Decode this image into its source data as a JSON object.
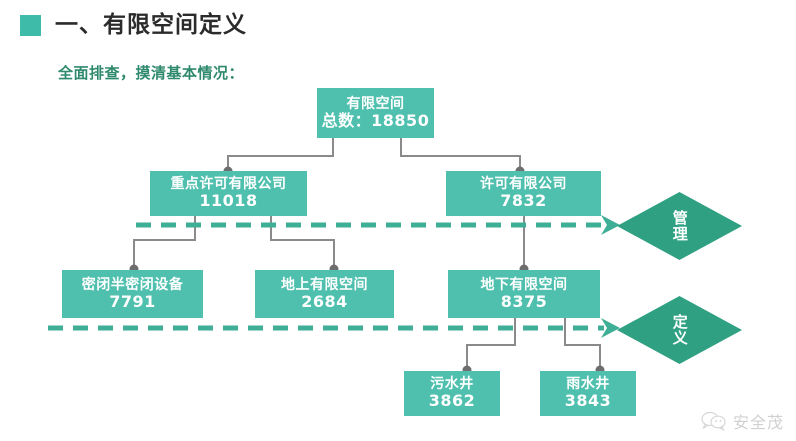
{
  "header": {
    "bullet_color": "#3FBBA9",
    "title": "一、有限空间定义",
    "subtitle": "全面排查，摸清基本情况："
  },
  "theme": {
    "box_color": "#4FBFAE",
    "diamond_color": "#2FA182",
    "dashed_color": "#3EAF96",
    "connector_color": "#8a8a8a",
    "title_color": "#2b2b2b",
    "subtitle_color": "#2f8a6d"
  },
  "nodes": [
    {
      "id": "total",
      "label": "有限空间",
      "value": "总数：18850"
    },
    {
      "id": "key-company",
      "label": "重点许可有限公司",
      "value": "11018"
    },
    {
      "id": "company",
      "label": "许可有限公司",
      "value": "7832"
    },
    {
      "id": "sealed",
      "label": "密闭半密闭设备",
      "value": "7791"
    },
    {
      "id": "above",
      "label": "地上有限空间",
      "value": "2684"
    },
    {
      "id": "below",
      "label": "地下有限空间",
      "value": "8375"
    },
    {
      "id": "sewage",
      "label": "污水井",
      "value": "3862"
    },
    {
      "id": "rain",
      "label": "雨水井",
      "value": "3843"
    }
  ],
  "diamonds": [
    {
      "id": "management",
      "label": "管理"
    },
    {
      "id": "definition",
      "label": "定义"
    }
  ],
  "watermark": {
    "icon": "wechat-icon",
    "text": "安全茂"
  }
}
